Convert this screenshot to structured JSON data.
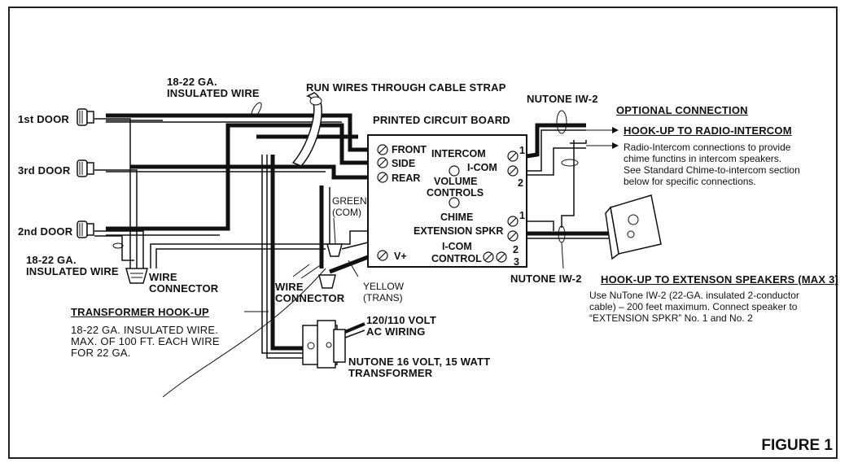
{
  "door_inputs": {
    "first": "1st DOOR",
    "third": "3rd DOOR",
    "second": "2nd DOOR"
  },
  "wire_notes": {
    "top_wire": [
      "18-22 GA.",
      "INSULATED WIRE"
    ],
    "left_wire": [
      "18-22 GA.",
      "INSULATED WIRE"
    ],
    "cable_strap": "RUN WIRES THROUGH CABLE STRAP",
    "wire_connector_left": [
      "WIRE",
      "CONNECTOR"
    ],
    "wire_connector_mid": [
      "WIRE",
      "CONNECTOR"
    ],
    "green": [
      "GREEN",
      "(COM)"
    ],
    "yellow": [
      "YELLOW",
      "(TRANS)"
    ]
  },
  "pcb": {
    "title": "PRINTED CIRCUIT BOARD",
    "front": "FRONT",
    "side": "SIDE",
    "rear": "REAR",
    "intercom": "INTERCOM",
    "icom": "I-COM",
    "volume": [
      "VOLUME",
      "CONTROLS"
    ],
    "chime": "CHIME",
    "extension_spkr": "EXTENSION SPKR",
    "icom_control": [
      "I-COM",
      "CONTROL"
    ],
    "vplus": "V+",
    "terminal_1a": "1",
    "terminal_2a": "2",
    "terminal_1b": "1",
    "terminal_2b": "2",
    "terminal_3": "3"
  },
  "nutone_top": "NUTONE IW-2",
  "nutone_bottom": "NUTONE IW-2",
  "optional": {
    "heading": "OPTIONAL CONNECTION",
    "subheading": "HOOK-UP TO RADIO-INTERCOM",
    "body": [
      "Radio-Intercom connections to provide",
      "chime functins in intercom speakers.",
      "See Standard Chime-to-intercom section",
      "below for specific connections."
    ]
  },
  "extension": {
    "heading": "HOOK-UP TO EXTENSON SPEAKERS (MAX 3)",
    "body": [
      "Use NuTone IW-2 (22-GA. insulated 2-conductor",
      "cable) – 200 feet maximum. Connect speaker to",
      "“EXTENSION SPKR” No. 1 and No. 2"
    ]
  },
  "transformer": {
    "heading": "TRANSFORMER HOOK-UP",
    "body": [
      "18-22 GA. INSULATED WIRE.",
      "MAX. OF 100 FT. EACH WIRE",
      "FOR 22 GA."
    ],
    "ac": [
      "120/110 VOLT",
      "AC WIRING"
    ],
    "label": [
      "NUTONE 16 VOLT, 15 WATT",
      "TRANSFORMER"
    ]
  },
  "figure_label": "FIGURE 1"
}
